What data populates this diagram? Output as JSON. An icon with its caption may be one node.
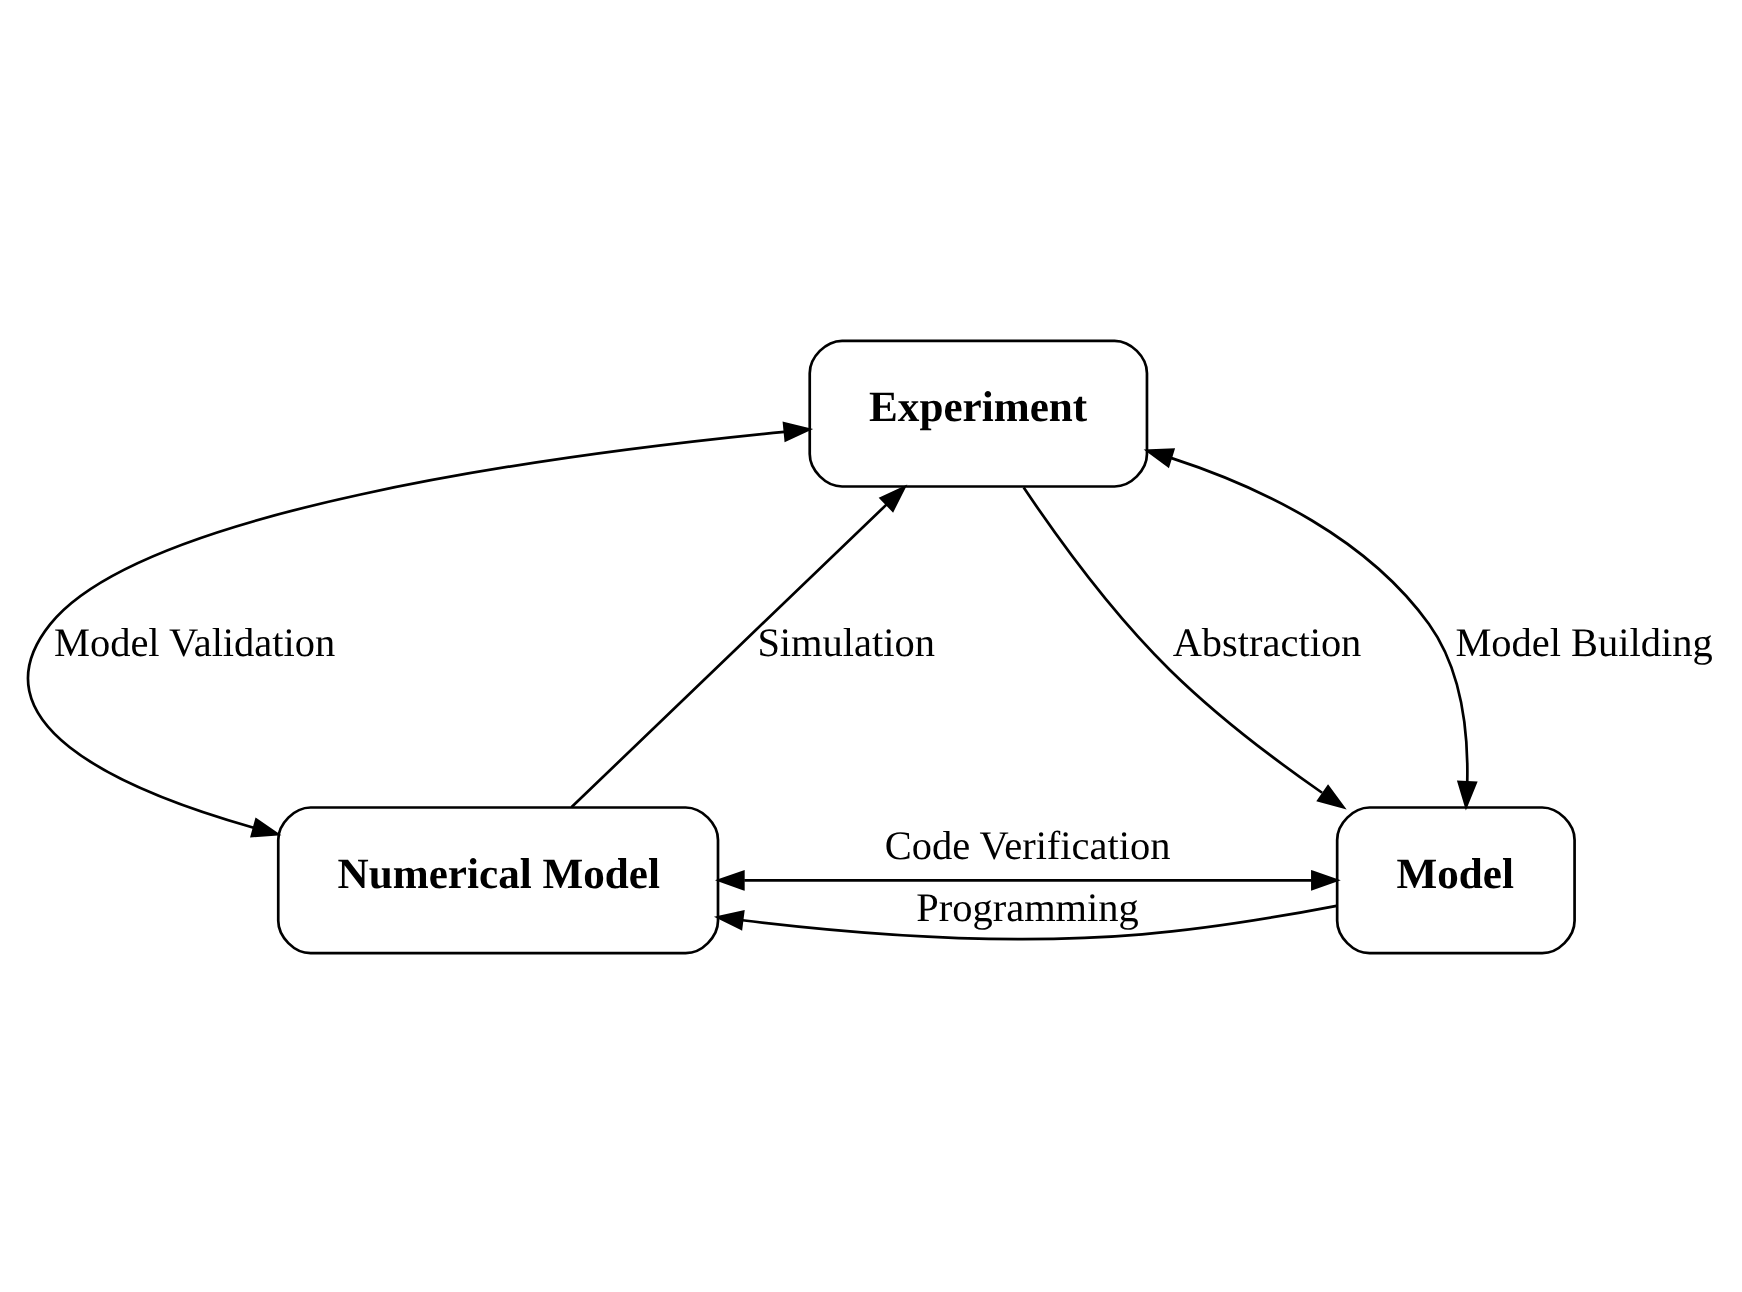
{
  "diagram": {
    "nodes": [
      {
        "text": [
          "Experiment"
        ]
      },
      {
        "text": [
          "Numerical Model"
        ]
      },
      {
        "text": [
          "Model"
        ]
      }
    ],
    "edges": [
      {
        "from": 0,
        "to": 1,
        "arrow": "both",
        "label": "Model Validation"
      },
      {
        "from": 1,
        "to": 0,
        "arrow": "to",
        "label": "Simulation"
      },
      {
        "from": 0,
        "to": 2,
        "arrow": "to",
        "label": "Abstraction"
      },
      {
        "from": 0,
        "to": 2,
        "arrow": "both",
        "label": "Model Building"
      },
      {
        "from": 2,
        "to": 1,
        "arrow": "to",
        "label": "Programming"
      },
      {
        "from": 1,
        "to": 2,
        "arrow": "both",
        "label": "Code Verification"
      }
    ]
  }
}
